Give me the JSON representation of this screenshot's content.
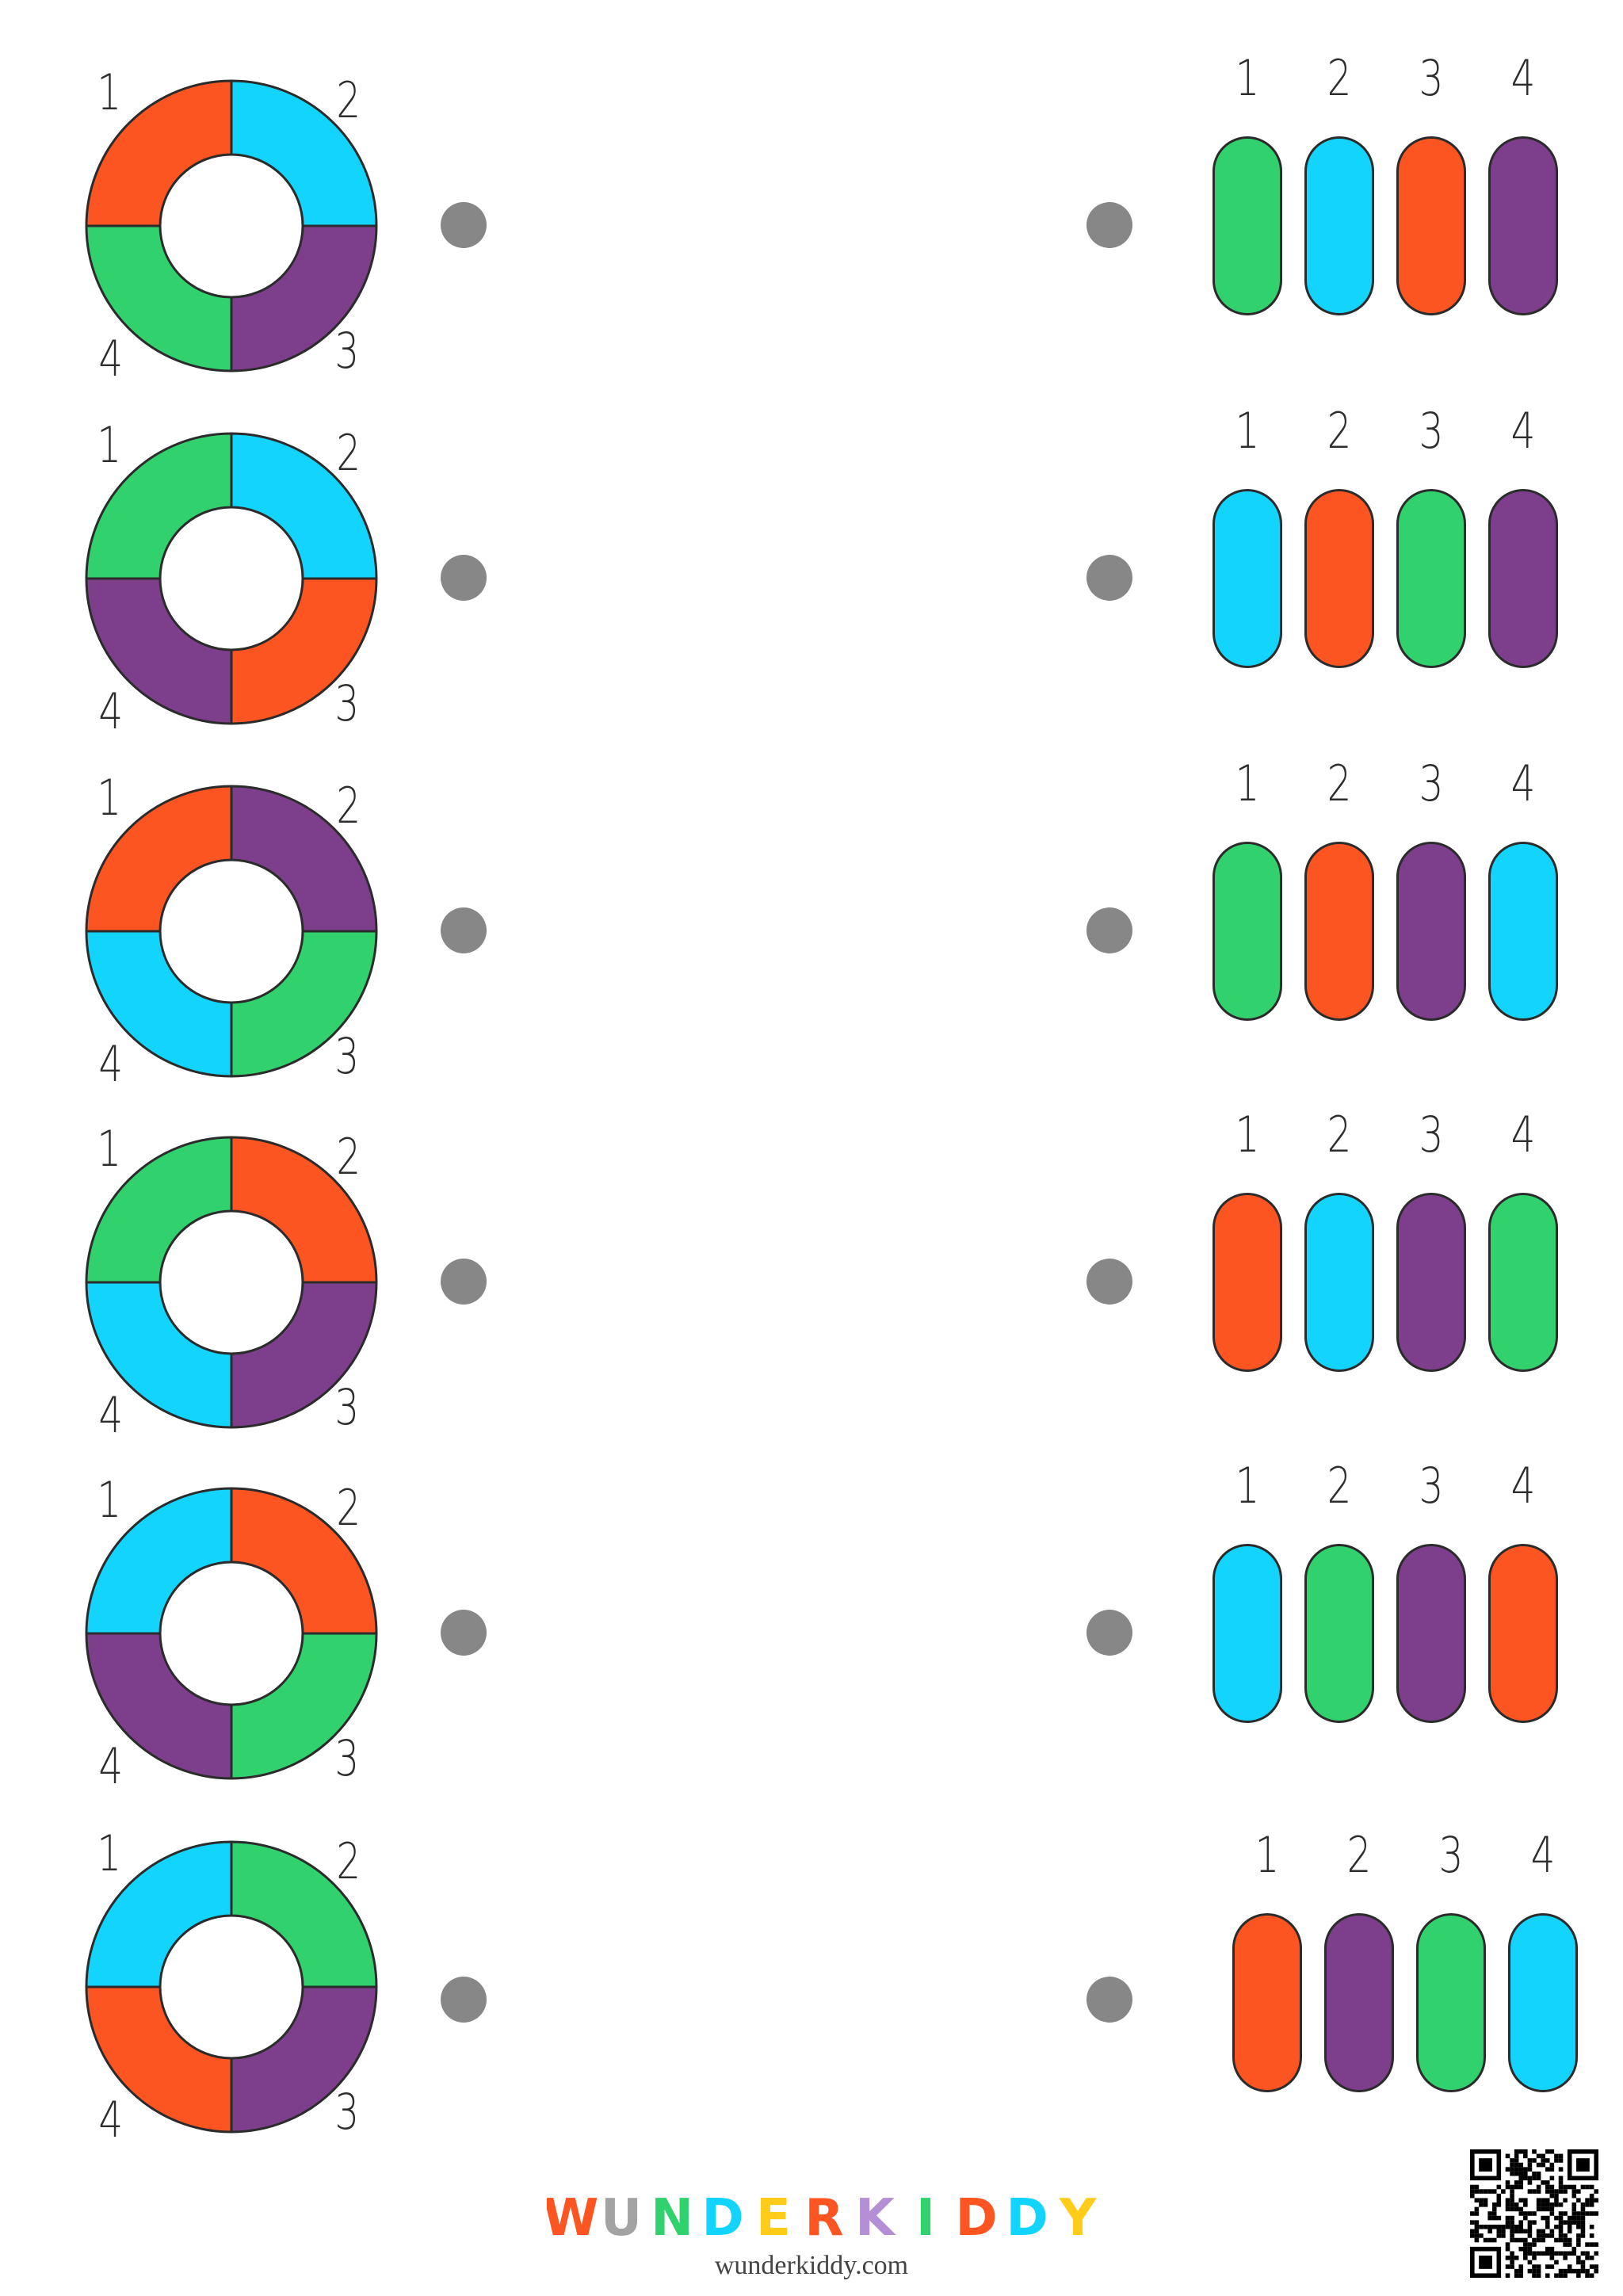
{
  "colors": {
    "red": "#fd5521",
    "blue": "#12d4fc",
    "green": "#31d16e",
    "purple": "#7d3f8c",
    "dot": "#878787"
  },
  "rows": [
    {
      "ring": [
        "red",
        "blue",
        "purple",
        "green"
      ],
      "pills": [
        "green",
        "blue",
        "red",
        "purple"
      ]
    },
    {
      "ring": [
        "green",
        "blue",
        "red",
        "purple"
      ],
      "pills": [
        "blue",
        "red",
        "green",
        "purple"
      ]
    },
    {
      "ring": [
        "red",
        "purple",
        "green",
        "blue"
      ],
      "pills": [
        "green",
        "red",
        "purple",
        "blue"
      ]
    },
    {
      "ring": [
        "green",
        "red",
        "purple",
        "blue"
      ],
      "pills": [
        "red",
        "blue",
        "purple",
        "green"
      ]
    },
    {
      "ring": [
        "blue",
        "red",
        "green",
        "purple"
      ],
      "pills": [
        "blue",
        "green",
        "purple",
        "red"
      ]
    },
    {
      "ring": [
        "blue",
        "green",
        "purple",
        "red"
      ],
      "pills": [
        "red",
        "purple",
        "green",
        "blue"
      ]
    }
  ],
  "numbers": [
    "1",
    "2",
    "3",
    "4"
  ],
  "footer": {
    "brand": "WUNDERKIDDY",
    "brand_colors": [
      "#fd5521",
      "#a3a3a3",
      "#31d16e",
      "#12d4fc",
      "#ffcc1a",
      "#fd5521",
      "#b58fd6",
      "#31d16e",
      "#fd5521",
      "#12d4fc",
      "#ffcc1a"
    ],
    "url": "wunderkiddy.com"
  },
  "qr_icon": "qr-code-icon"
}
